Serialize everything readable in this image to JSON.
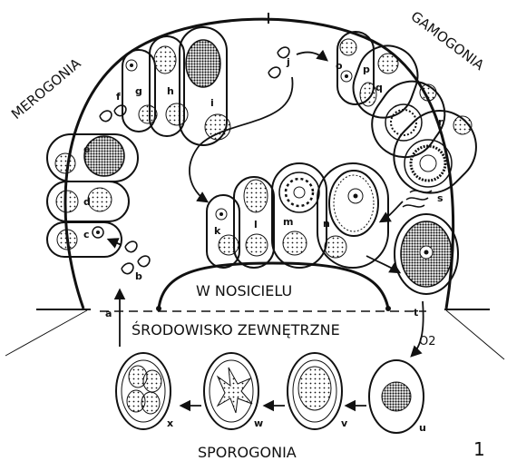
{
  "phases": {
    "merogony": "MEROGONIA",
    "gamogony": "GAMOGONIA",
    "sporogony": "SPOROGONIA"
  },
  "zones": {
    "in_host": "W NOSICIELU",
    "environment": "ŚRODOWISKO ZEWNĘTRZNE"
  },
  "oxygen": "O2",
  "figure_number": "1",
  "stage_letters": [
    "a",
    "b",
    "c",
    "d",
    "e",
    "f",
    "g",
    "h",
    "i",
    "j",
    "k",
    "l",
    "m",
    "n",
    "o",
    "p",
    "q",
    "r",
    "s",
    "t",
    "u",
    "v",
    "w",
    "x"
  ],
  "colors": {
    "ink": "#111111",
    "background": "#ffffff"
  }
}
